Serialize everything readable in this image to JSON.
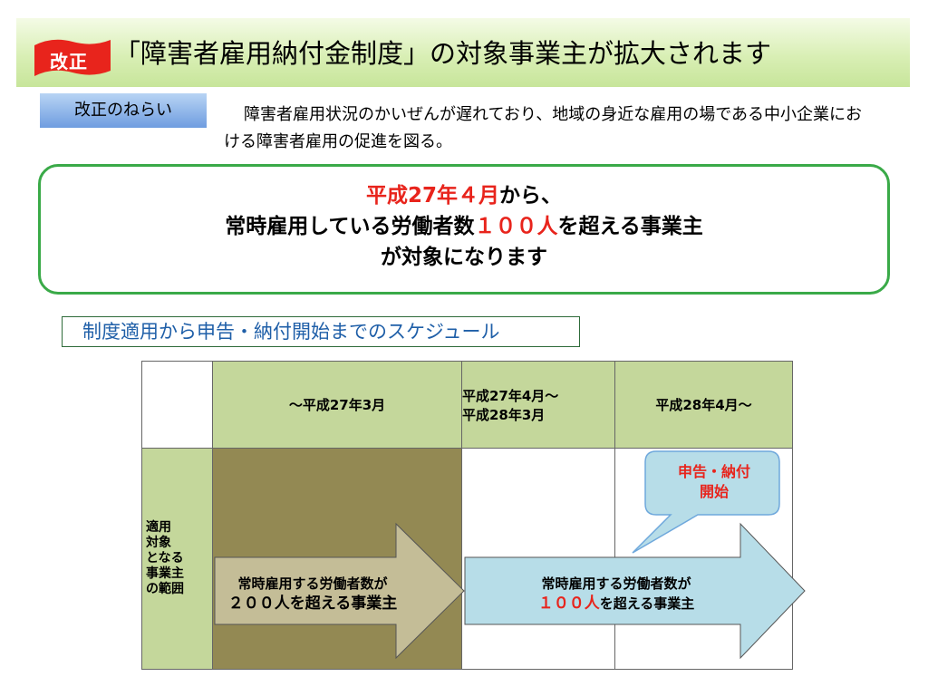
{
  "header": {
    "badge": "改正",
    "title": "「障害者雇用納付金制度」の対象事業主が拡大されます"
  },
  "aim": {
    "label": "改正のねらい",
    "text": "障害者雇用状況のかいぜんが遅れており、地域の身近な雇用の場である中小企業における障害者雇用の促進を図る。"
  },
  "highlight": {
    "date": "平成27年４月",
    "line1_rest": "から、",
    "line2_prefix": "常時雇用している労働者数",
    "line2_number": "１００人",
    "line2_suffix": "を超える事業主",
    "line3": "が対象になります"
  },
  "schedule": {
    "label": "制度適用から申告・納付開始までのスケジュール",
    "columns": [
      "～平成27年3月",
      "平成27年4月～",
      "平成28年3月",
      "平成28年4月～"
    ],
    "row_header": [
      "適用",
      "対象",
      "となる",
      "事業主",
      "の範囲"
    ],
    "arrow1": {
      "line1": "常時雇用する労働者数が",
      "line2": "２００人を超える事業主"
    },
    "arrow2": {
      "line1": "常時雇用する労働者数が",
      "line2_red": "１００人",
      "line2_rest": "を超える事業主"
    },
    "callout": {
      "line1": "申告・納付",
      "line2": "開始"
    }
  },
  "colors": {
    "accent_red": "#e8241c",
    "frame_green": "#3aaa48",
    "header_green": "#c4d79b",
    "dark_olive": "#938953",
    "arrow_tan": "#c4bd97",
    "arrow_blue": "#b7dde8",
    "label_blue": "#1f5fa8"
  }
}
